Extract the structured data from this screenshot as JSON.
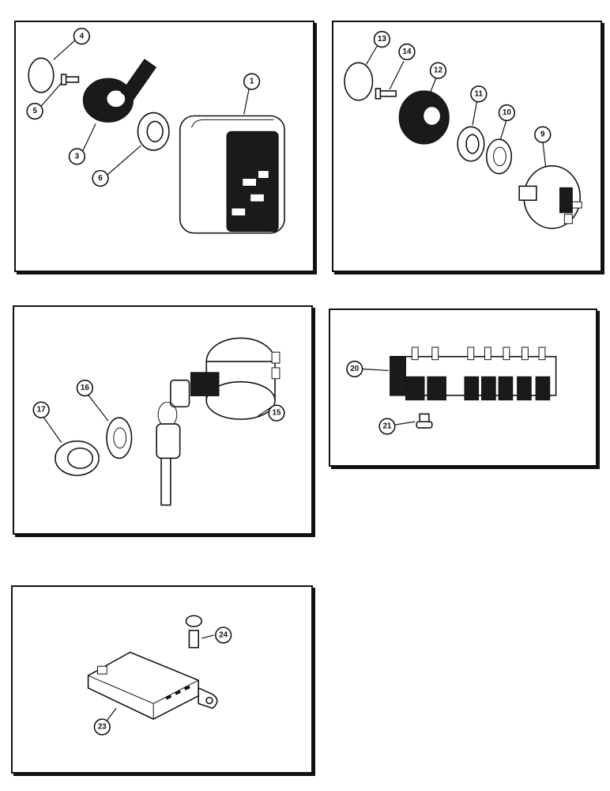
{
  "panels": [
    {
      "id": "p1",
      "callouts": [
        "1",
        "3",
        "4",
        "5",
        "6"
      ]
    },
    {
      "id": "p2",
      "callouts": [
        "9",
        "10",
        "11",
        "12",
        "13",
        "14"
      ]
    },
    {
      "id": "p3",
      "callouts": [
        "15",
        "16",
        "17"
      ]
    },
    {
      "id": "p4",
      "callouts": [
        "20",
        "21"
      ]
    },
    {
      "id": "p5",
      "callouts": [
        "23",
        "24"
      ]
    }
  ],
  "callouts": {
    "c1": "1",
    "c3": "3",
    "c4": "4",
    "c5": "5",
    "c6": "6",
    "c9": "9",
    "c10": "10",
    "c11": "11",
    "c12": "12",
    "c13": "13",
    "c14": "14",
    "c15": "15",
    "c16": "16",
    "c17": "17",
    "c20": "20",
    "c21": "21",
    "c23": "23",
    "c24": "24"
  }
}
